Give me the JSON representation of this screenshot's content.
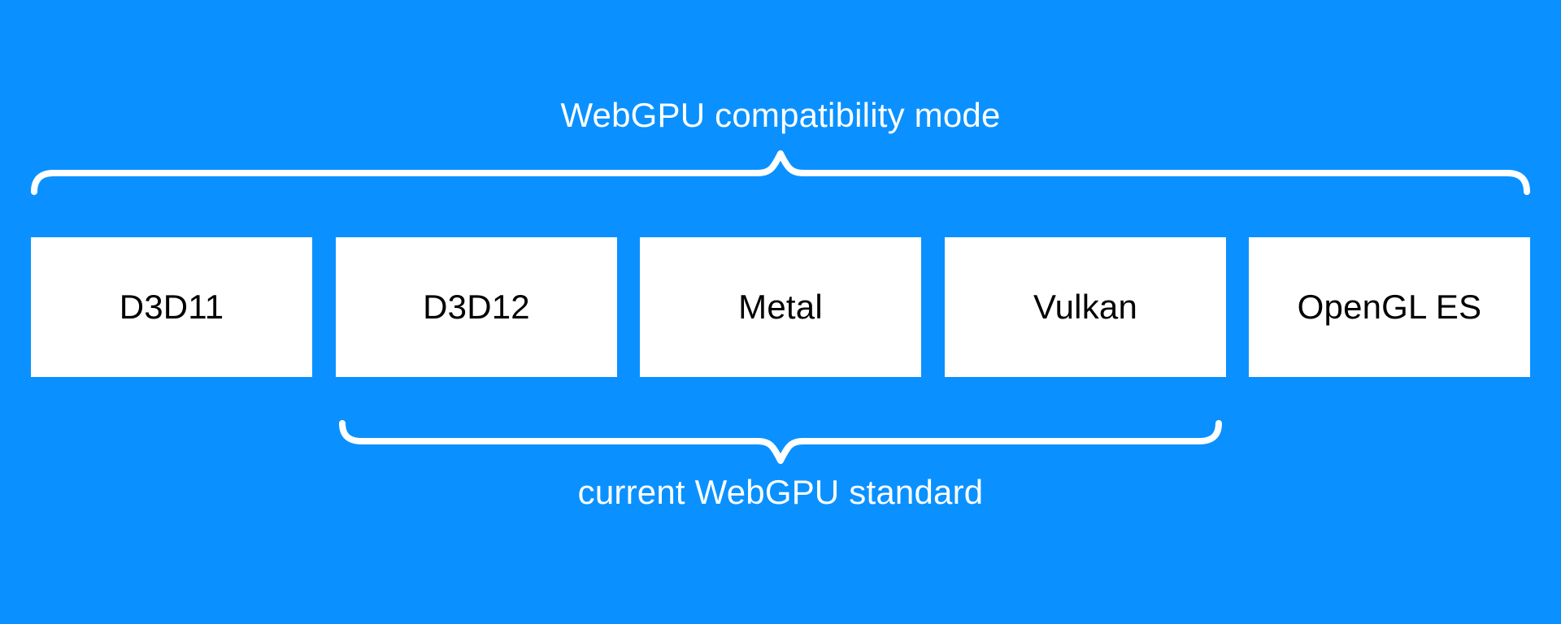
{
  "diagram": {
    "title": "WebGPU compatibility mode",
    "bottom_label": "current WebGPU standard",
    "boxes": [
      {
        "label": "D3D11"
      },
      {
        "label": "D3D12"
      },
      {
        "label": "Metal"
      },
      {
        "label": "Vulkan"
      },
      {
        "label": "OpenGL ES"
      }
    ],
    "top_brace_spans": [
      "D3D11",
      "D3D12",
      "Metal",
      "Vulkan",
      "OpenGL ES"
    ],
    "bottom_brace_spans": [
      "D3D12",
      "Metal",
      "Vulkan"
    ]
  },
  "colors": {
    "background": "#0a91ff",
    "box_fill": "#ffffff",
    "box_text": "#000000",
    "brace": "#ffffff",
    "label_text": "#ffffff"
  }
}
